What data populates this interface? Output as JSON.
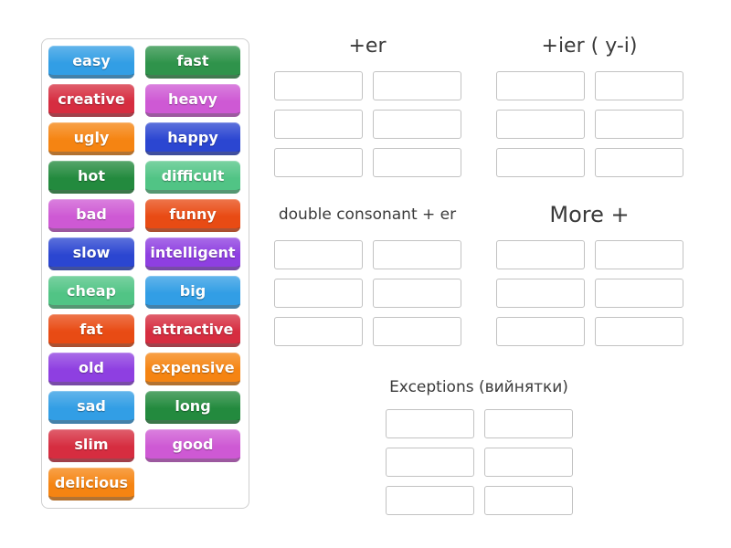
{
  "page": {
    "background": "#ffffff",
    "slot_border_color": "#c2c2c2",
    "title_text_color": "#3a3a3a"
  },
  "palette": {
    "blue": "#2e9ce4",
    "green_bright": "#2b9147",
    "green_deep": "#1f883a",
    "emerald": "#4ec383",
    "red": "#d5293c",
    "vermilion": "#e8470f",
    "orange": "#f5820d",
    "orchid": "#cd56d3",
    "royal_blue": "#2742d0",
    "purple": "#8c3be0"
  },
  "wordbank": {
    "tiles": [
      {
        "label": "easy",
        "color": "#2e9ce4"
      },
      {
        "label": "fast",
        "color": "#2b9147"
      },
      {
        "label": "creative",
        "color": "#d5293c"
      },
      {
        "label": "heavy",
        "color": "#cd56d3"
      },
      {
        "label": "ugly",
        "color": "#f5820d"
      },
      {
        "label": "happy",
        "color": "#2742d0"
      },
      {
        "label": "hot",
        "color": "#1f883a"
      },
      {
        "label": "difficult",
        "color": "#4ec383"
      },
      {
        "label": "bad",
        "color": "#cd56d3"
      },
      {
        "label": "funny",
        "color": "#e8470f"
      },
      {
        "label": "slow",
        "color": "#2742d0"
      },
      {
        "label": "intelligent",
        "color": "#8c3be0"
      },
      {
        "label": "cheap",
        "color": "#4ec383"
      },
      {
        "label": "big",
        "color": "#2e9ce4"
      },
      {
        "label": "fat",
        "color": "#e8470f"
      },
      {
        "label": "attractive",
        "color": "#d5293c"
      },
      {
        "label": "old",
        "color": "#8c3be0"
      },
      {
        "label": "expensive",
        "color": "#f5820d"
      },
      {
        "label": "sad",
        "color": "#2e9ce4"
      },
      {
        "label": "long",
        "color": "#1f883a"
      },
      {
        "label": "slim",
        "color": "#d5293c"
      },
      {
        "label": "good",
        "color": "#cd56d3"
      },
      {
        "label": "delicious",
        "color": "#f5820d"
      }
    ]
  },
  "groups": [
    {
      "title": "+er"
    },
    {
      "title": "+ier ( y-i)"
    },
    {
      "title": "double consonant + er"
    },
    {
      "title": "More +"
    },
    {
      "title": "Exceptions (вийнятки)"
    }
  ]
}
